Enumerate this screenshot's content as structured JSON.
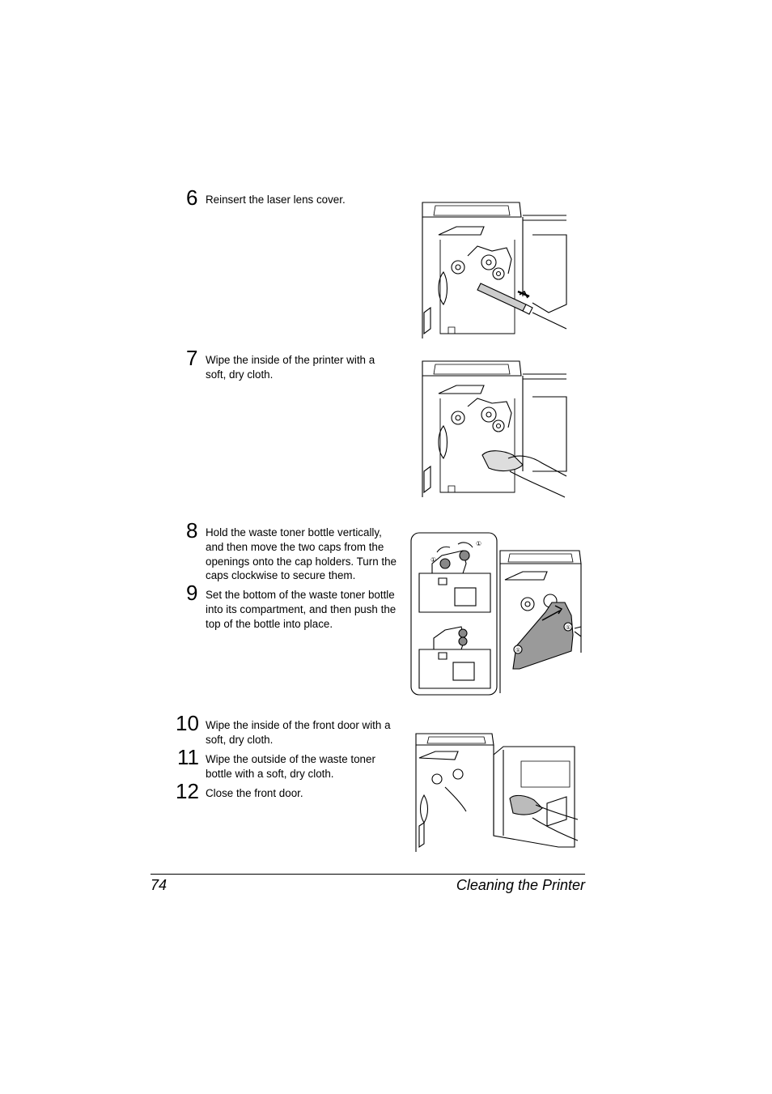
{
  "steps": [
    {
      "number": "6",
      "text": "Reinsert the laser lens cover."
    },
    {
      "number": "7",
      "text": "Wipe the inside of the printer with a soft, dry cloth."
    },
    {
      "number": "8",
      "text": "Hold the waste toner bottle vertically, and then move the two caps from the openings onto the cap holders. Turn the caps clockwise to secure them."
    },
    {
      "number": "9",
      "text": "Set the bottom of the waste toner bottle into its compartment, and then push the top of the bottle into place."
    },
    {
      "number": "10",
      "text": "Wipe the inside of the front door with a soft, dry cloth."
    },
    {
      "number": "11",
      "text": "Wipe the outside of the waste toner bottle with a soft, dry cloth."
    },
    {
      "number": "12",
      "text": "Close the front door."
    }
  ],
  "figures": {
    "callout_marker": "①"
  },
  "footer": {
    "page_number": "74",
    "section_title": "Cleaning the Printer"
  }
}
